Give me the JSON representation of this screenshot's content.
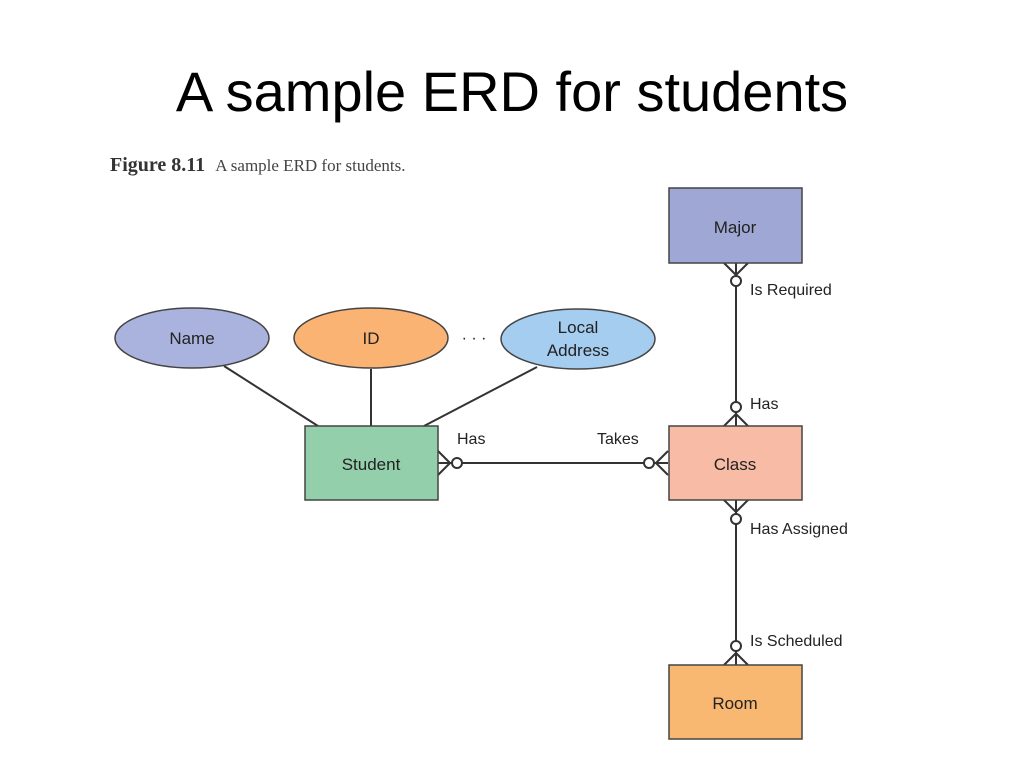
{
  "slide": {
    "title": "A sample ERD for students"
  },
  "figure": {
    "number": "Figure 8.11",
    "caption": "A sample ERD for students."
  },
  "entities": {
    "major": {
      "label": "Major",
      "color": "#9fa8d4"
    },
    "student": {
      "label": "Student",
      "color": "#94cfac"
    },
    "class": {
      "label": "Class",
      "color": "#f8bca6"
    },
    "room": {
      "label": "Room",
      "color": "#f9b872"
    }
  },
  "attributes": {
    "name": {
      "label": "Name",
      "color": "#a9b3dd"
    },
    "id": {
      "label": "ID",
      "color": "#fbb373"
    },
    "ellipsis": "· · ·",
    "local_address": {
      "line1": "Local",
      "line2": "Address",
      "color": "#a5cdf0"
    }
  },
  "relationships": {
    "student_has": "Has",
    "class_takes": "Takes",
    "major_is_required": "Is Required",
    "class_has": "Has",
    "class_has_assigned": "Has Assigned",
    "room_is_scheduled": "Is Scheduled"
  },
  "colors": {
    "line": "#333333",
    "border": "#444444"
  }
}
